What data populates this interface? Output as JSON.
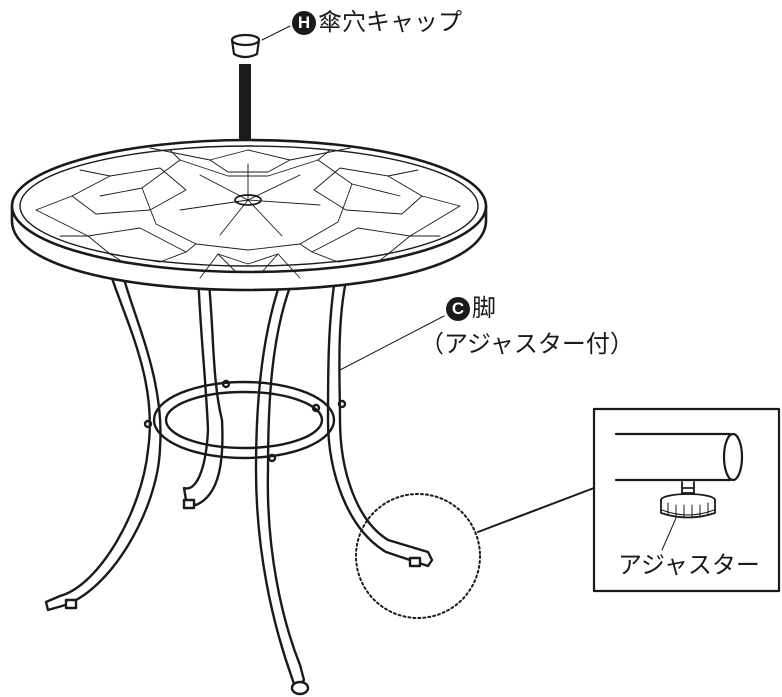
{
  "labels": {
    "cap": {
      "letter": "H",
      "text": "傘穴キャップ"
    },
    "leg": {
      "letter": "C",
      "text": "脚",
      "sub": "（アジャスター付）"
    },
    "detail": {
      "text": "アジャスター"
    }
  }
}
